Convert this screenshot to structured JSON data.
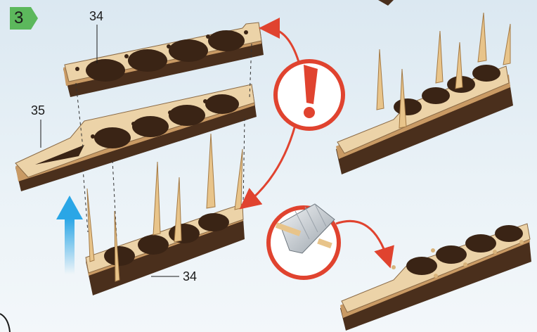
{
  "step": {
    "number": "3"
  },
  "callouts": {
    "top_plate": "34",
    "middle_plate": "35",
    "bottom_plate": "34"
  },
  "colors": {
    "background": "#e3edf4",
    "wood_top": "#e8cfa4",
    "wood_edge": "#5a3a22",
    "alert_red": "#e0432f",
    "arrow_blue": "#2aa6e6",
    "step_green": "#5cb85c"
  },
  "icons": [
    "exclamation-icon",
    "utility-knife-icon",
    "up-arrow-icon"
  ]
}
